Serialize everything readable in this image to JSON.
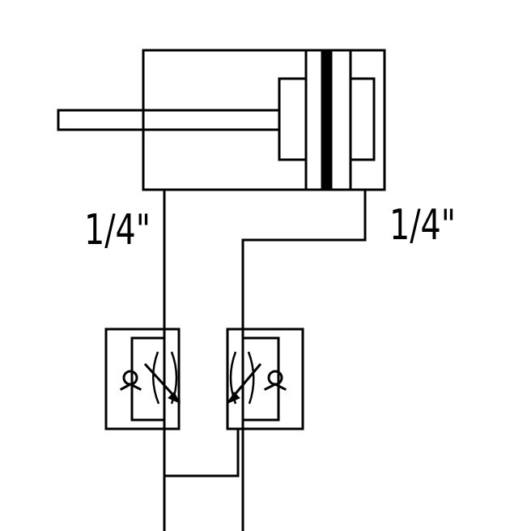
{
  "diagram": {
    "type": "pneumatic-schematic",
    "line_color": "#000000",
    "background": "#ffffff",
    "components": [
      "double-acting-cylinder",
      "flow-control-valve",
      "flow-control-valve"
    ],
    "port_labels": {
      "left": "1/4\"",
      "right": "1/4\""
    }
  }
}
